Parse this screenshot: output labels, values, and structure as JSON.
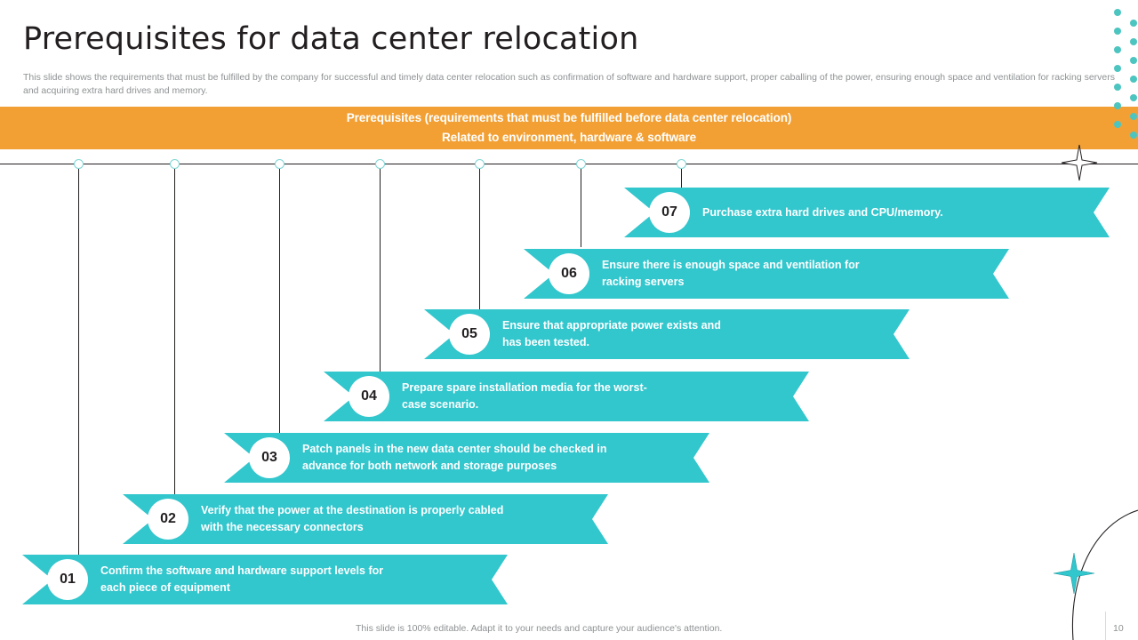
{
  "header": {
    "title": "Prerequisites for data center relocation",
    "subtitle": "This slide shows the requirements that must be fulfilled by the company for successful and timely data center relocation such as confirmation of software and hardware support, proper caballing of the power, ensuring enough space and ventilation for racking servers and acquiring extra hard drives and memory."
  },
  "banner": {
    "line1": "Prerequisites (requirements that must be fulfilled before data center relocation)",
    "line2": "Related to environment, hardware & software",
    "color": "#f2a034"
  },
  "steps": [
    {
      "number": "01",
      "line1": "Confirm the software and hardware support levels for",
      "line2": "each piece of equipment"
    },
    {
      "number": "02",
      "line1": "Verify that the power at the destination is properly cabled",
      "line2": "with the necessary connectors"
    },
    {
      "number": "03",
      "line1": "Patch panels in the new data center should be checked in",
      "line2": "advance for both network and storage purposes"
    },
    {
      "number": "04",
      "line1": "Prepare spare installation media for the worst-",
      "line2": "case scenario."
    },
    {
      "number": "05",
      "line1": "Ensure that appropriate power exists and",
      "line2": "has been tested."
    },
    {
      "number": "06",
      "line1": "Ensure there is enough space and ventilation for",
      "line2": "racking servers"
    },
    {
      "number": "07",
      "line1": "Purchase extra hard drives and CPU/memory.",
      "line2": ""
    }
  ],
  "footer": {
    "note": "This slide is 100% editable. Adapt it to your needs and capture your audience's attention.",
    "page_number": "10"
  },
  "colors": {
    "accent_teal": "#32c6cd",
    "accent_orange": "#f2a034",
    "dot_teal": "#4cc5c0",
    "text_dark": "#231f20",
    "text_muted": "#8e9193"
  }
}
